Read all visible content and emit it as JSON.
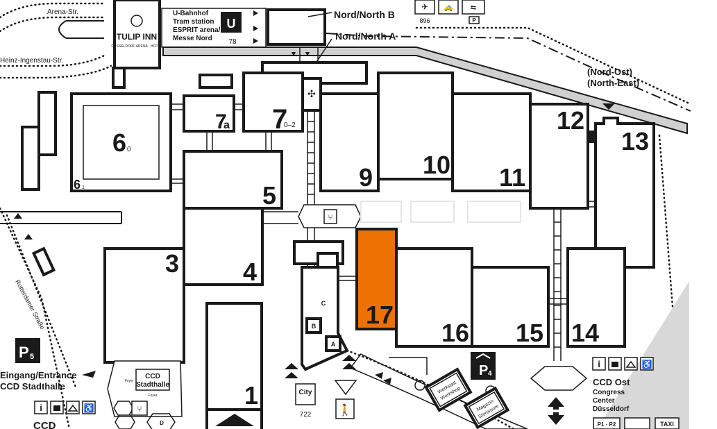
{
  "streets": {
    "arena": "Arena-Str.",
    "heinz": "Heinz-Ingenstau-Str.",
    "rotterdamer": "Rotterdamer Straße"
  },
  "hotel": {
    "name": "TULIP INN",
    "sub": "DÜSSELDORF ARENA · HOTEL"
  },
  "ubahn": {
    "l1": "U-Bahnhof",
    "l2": "Tram station",
    "l3": "ESPRIT arena/",
    "l4": "Messe Nord",
    "line": "78"
  },
  "entrances": {
    "north_b": "Nord/North B",
    "north_a": "Nord/North A",
    "ne_1": "(Nord-Ost)",
    "ne_2": "(North-East)",
    "main_1": "Eingang/Entrance",
    "main_2": "CCD Stadthalle",
    "ccd": "CCD"
  },
  "bus_top": "896",
  "parking_top": "P",
  "halls": {
    "h1": "1",
    "h3": "3",
    "h4": "4",
    "h5": "5",
    "h6": "6",
    "h6_sub": "0",
    "h6b": "6",
    "h6b_sub": "1",
    "h7": "7",
    "h7_sub": "0–2",
    "h7a": "7",
    "h7a_sub": "a",
    "h9": "9",
    "h10": "10",
    "h11": "11",
    "h12": "12",
    "h13": "13",
    "h14": "14",
    "h15": "15",
    "h16": "16",
    "h17": "17"
  },
  "small_buildings": {
    "a": "A",
    "b": "B",
    "c": "C",
    "d": "D"
  },
  "highlight_color": "#ee7203",
  "parking": {
    "p5": "P5",
    "p5_letter": "P",
    "p5_num": "5",
    "p4_letter": "P",
    "p4_num": "4",
    "p1p2": "P1 · P2"
  },
  "stadthalle": {
    "l1": "CCD",
    "l2": "Stadthalle",
    "foyer1": "Foyer",
    "foyer2": "Foyer"
  },
  "workshop": {
    "l1": "Werkstatt",
    "l2": "Workshop"
  },
  "storeroom": {
    "l1": "Magazin",
    "l2": "Storeroom"
  },
  "city_bus": {
    "label": "City",
    "num": "722"
  },
  "ccd_ost": {
    "l1": "CCD Ost",
    "l2": "Congress",
    "l3": "Center",
    "l4": "Düsseldorf"
  },
  "taxi": "TAXI",
  "icons": [
    "info-icon",
    "luggage-icon",
    "cloakroom-icon",
    "wheelchair-icon",
    "restaurant-icon",
    "plane-icon",
    "taxi-car-icon",
    "bus-icon",
    "walking-icon"
  ]
}
